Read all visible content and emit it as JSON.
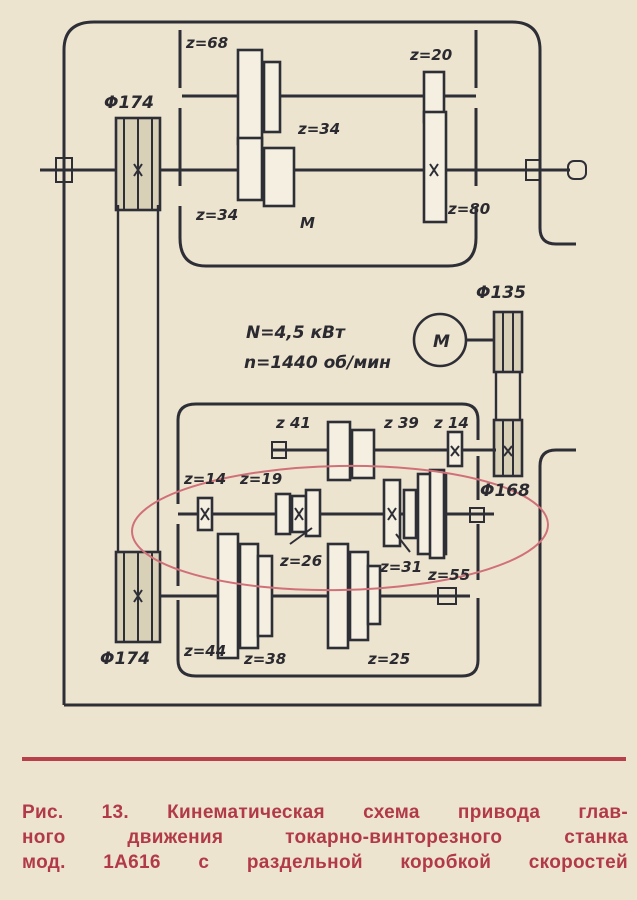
{
  "diagram": {
    "labels": {
      "z68": "z=68",
      "z20": "z=20",
      "z34_top": "z=34",
      "z34_left": "z=34",
      "m_clutch": "M",
      "z80": "z=80",
      "d174_top": "Φ174",
      "d135": "Φ135",
      "motor": "M",
      "power": "N=4,5 кВт",
      "speed": "n=1440 об/мин",
      "z41": "z 41",
      "z39": "z 39",
      "z14_top": "z 14",
      "z14_left": "z=14",
      "z19": "z=19",
      "d168": "Φ168",
      "z26": "z=26",
      "z31": "z=31",
      "z55": "z=55",
      "z44": "z=44",
      "z38": "z=38",
      "z25": "z=25",
      "d174_bottom": "Φ174"
    }
  },
  "caption": {
    "line1": "Рис. 13. Кинематическая схема привода глав-",
    "line2": "ного движения токарно-винторезного станка",
    "line3": "мод. 1А616 с раздельной коробкой скоростей"
  },
  "colors": {
    "ink": "#2e2e36",
    "paper": "#ece4cf",
    "caption": "#b23a48",
    "highlight": "#d07078"
  }
}
